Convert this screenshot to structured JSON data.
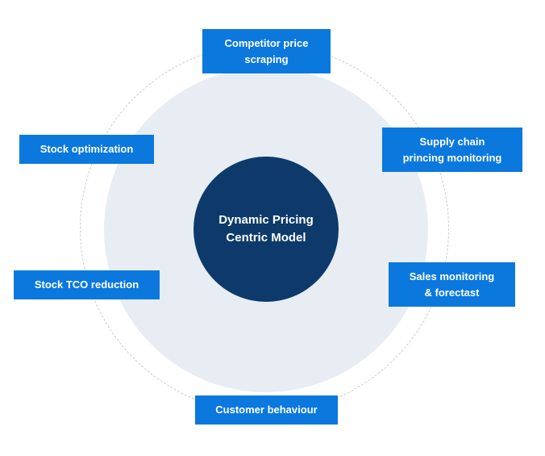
{
  "center": {
    "label": "Dynamic Pricing\nCentric Model"
  },
  "nodes": {
    "competitor": "Competitor price\nscraping",
    "stock_optimization": "Stock optimization",
    "supply_chain": "Supply chain\nprincing monitoring",
    "stock_tco": "Stock TCO reduction",
    "sales": "Sales monitoring\n& forectast",
    "customer": "Customer behaviour"
  },
  "colors": {
    "node_fill": "#0b78de",
    "center_fill": "#0d3a6b",
    "ring_fill": "#e8edf3",
    "dashed_ring": "#c5cad1"
  }
}
